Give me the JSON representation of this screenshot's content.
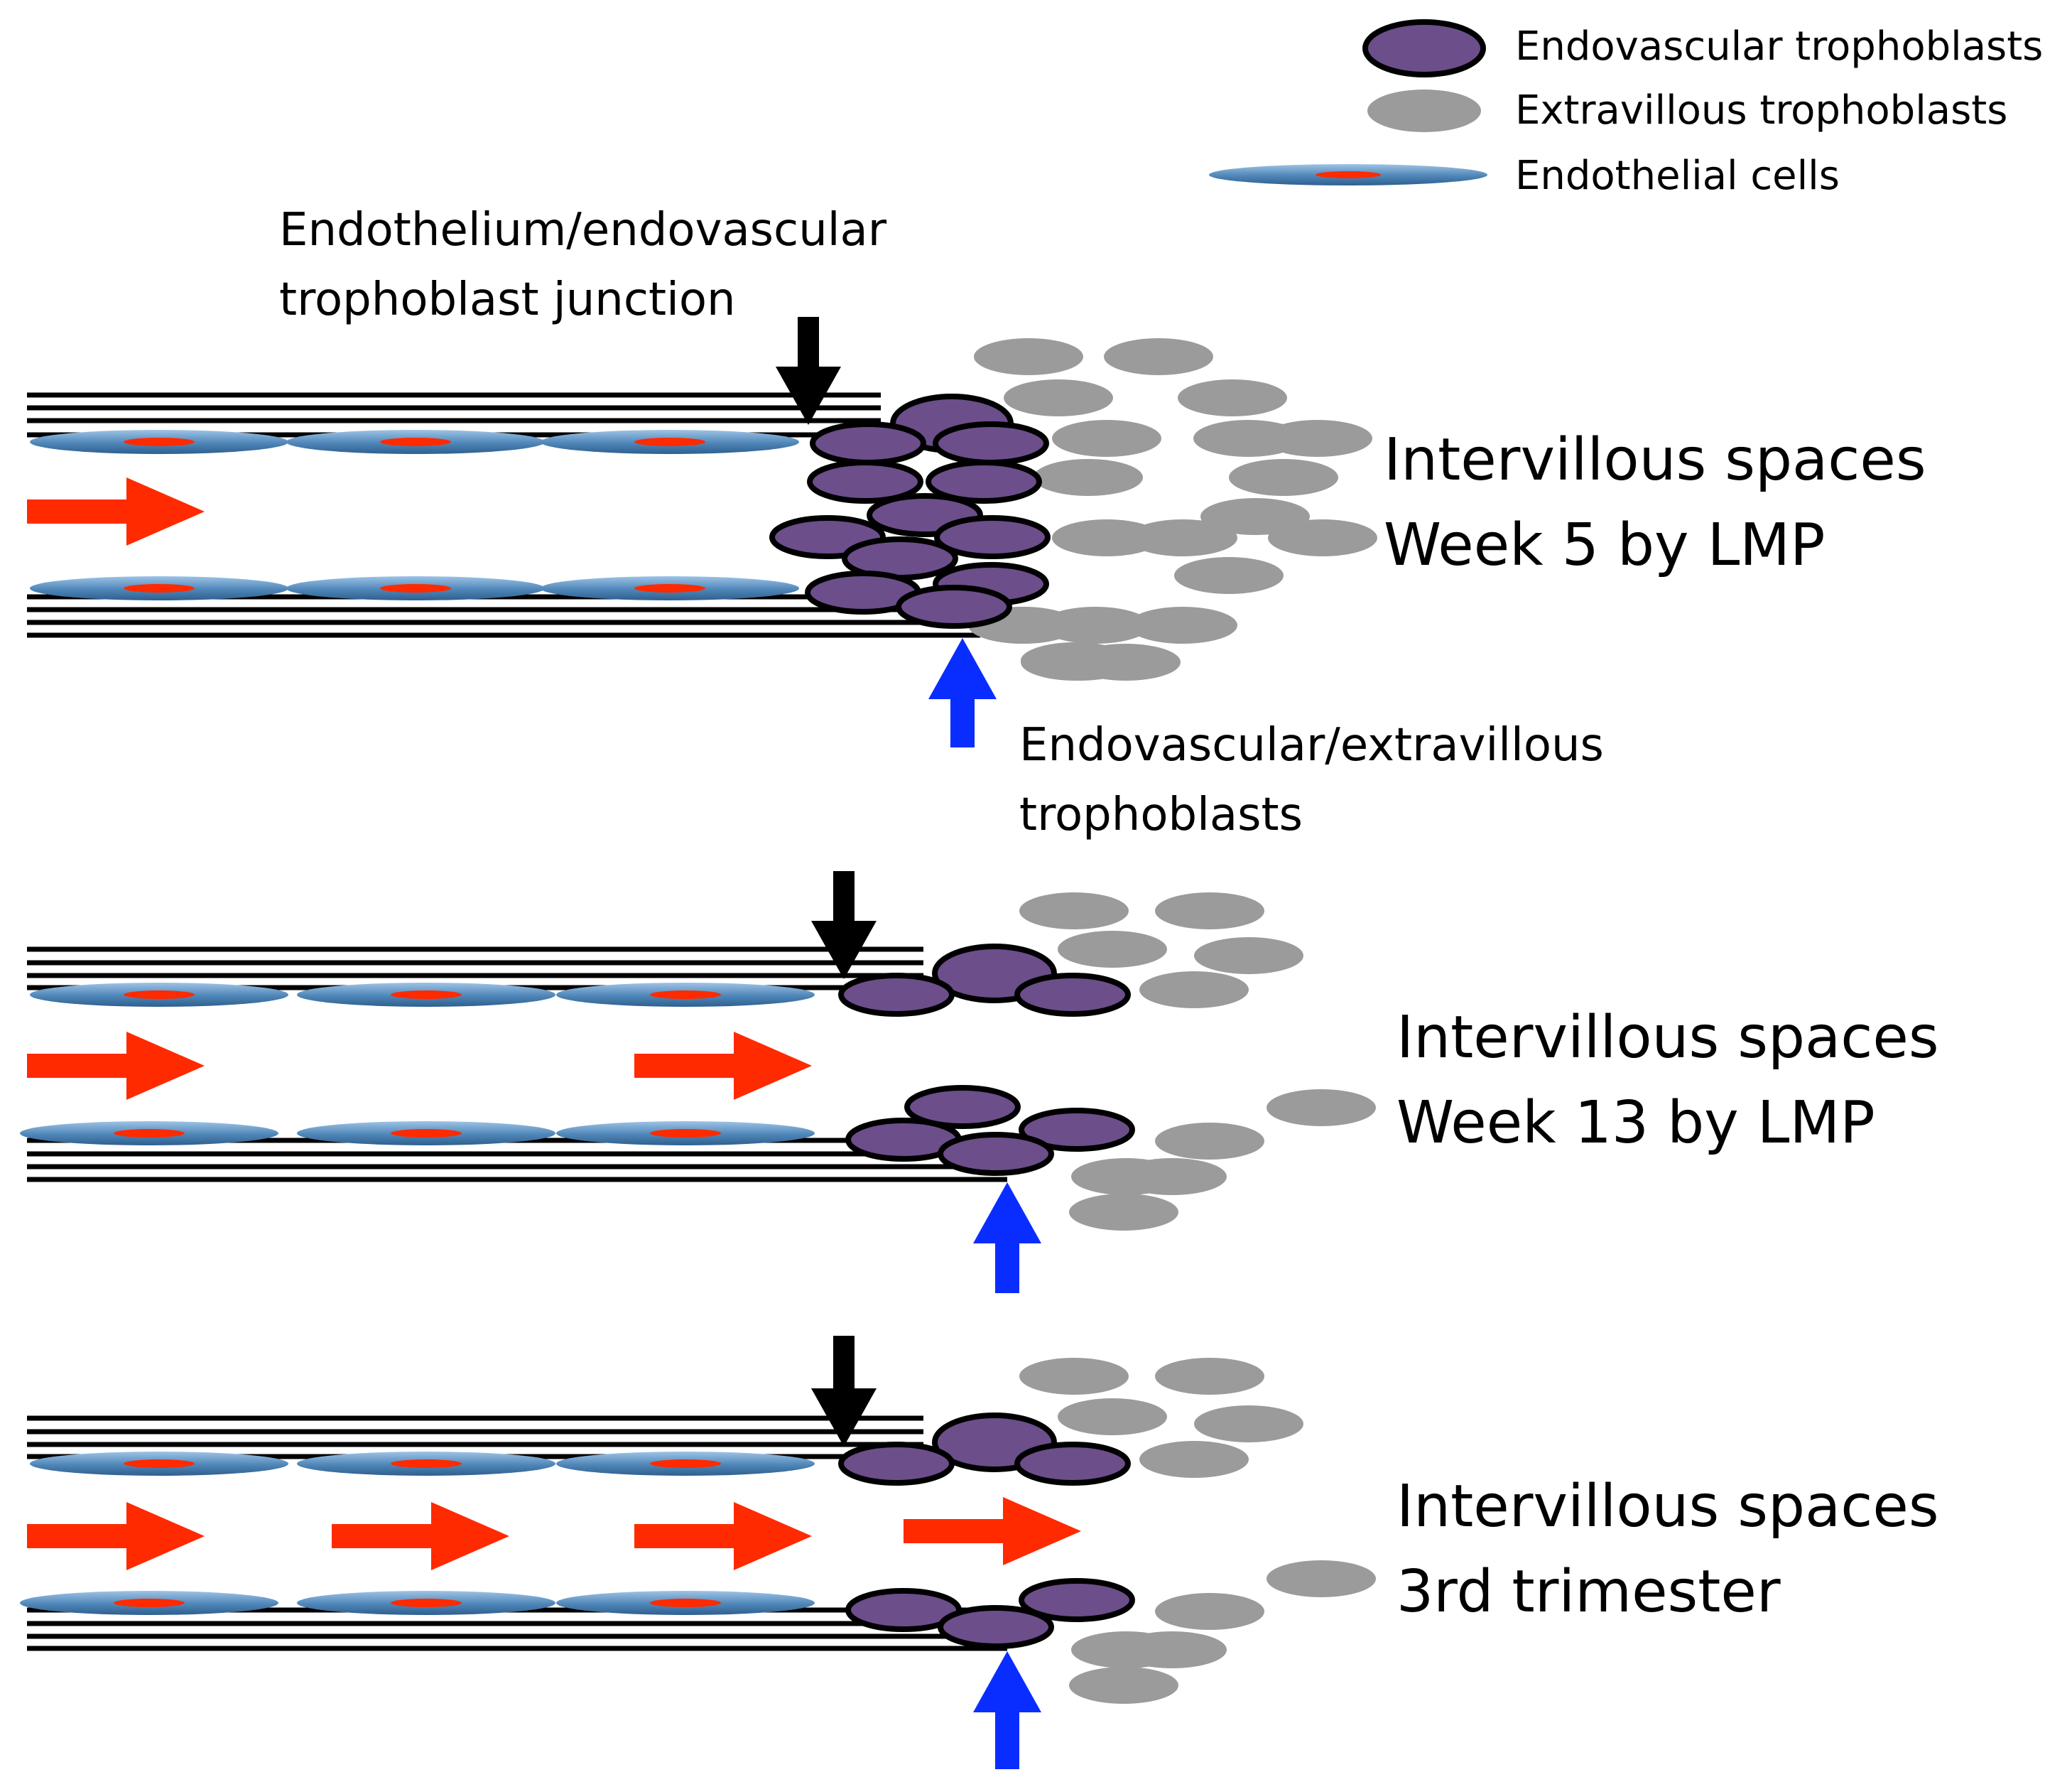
{
  "legend": {
    "items": [
      {
        "label": "Endovascular trophoblasts",
        "icon": "endovascular-trophoblast-cell"
      },
      {
        "label": "Extravillous trophoblasts",
        "icon": "extravillous-trophoblast-cell"
      },
      {
        "label": "Endothelial cells",
        "icon": "endothelial-cell"
      }
    ]
  },
  "annotations": {
    "junction_line1": "Endothelium/endovascular",
    "junction_line2": "trophoblast junction",
    "front_line1": "Endovascular/extravillous",
    "front_line2": "trophoblasts"
  },
  "panels": [
    {
      "title_line1": "Intervillous spaces",
      "title_line2": "Week 5 by LMP"
    },
    {
      "title_line1": "Intervillous spaces",
      "title_line2": "Week 13 by LMP"
    },
    {
      "title_line1": "Intervillous spaces",
      "title_line2": "3rd trimester"
    }
  ],
  "colors": {
    "endovascular_fill": "#6b4e8a",
    "extravillous_fill": "#9b9b9b",
    "endothelial_fill": "#4f86b8",
    "endothelial_nucleus": "#ff2a00",
    "flow_arrow": "#ff2a00",
    "junction_arrow": "#000000",
    "invasion_arrow": "#0a2dff",
    "vessel_wall": "#000000"
  }
}
